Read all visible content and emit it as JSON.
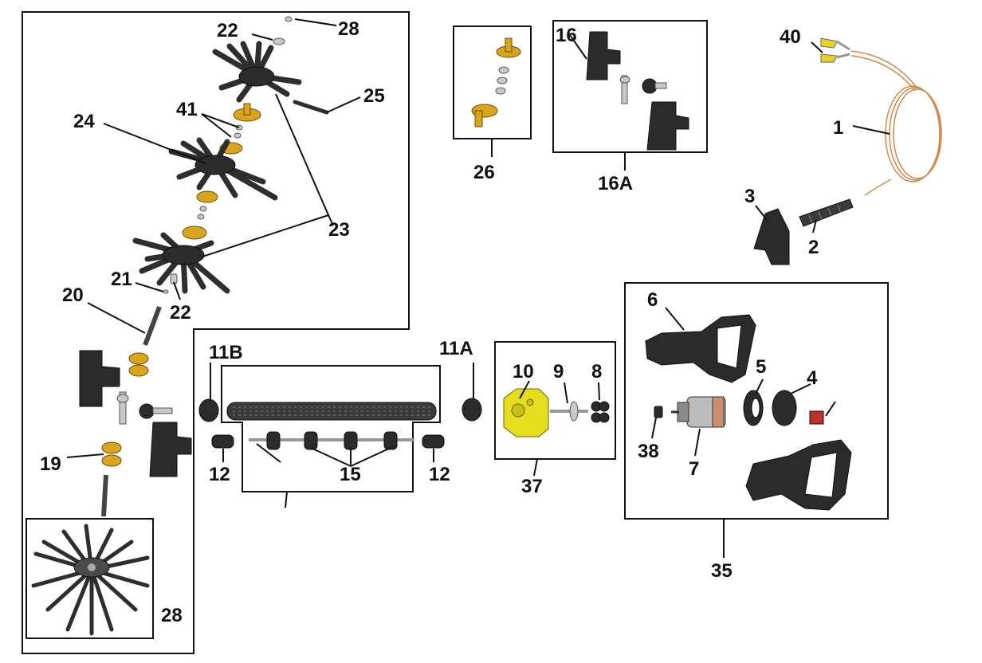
{
  "labels": {
    "p1": "1",
    "p2": "2",
    "p3": "3",
    "p4": "4",
    "p5": "5",
    "p6": "6",
    "p7": "7",
    "p8": "8",
    "p9": "9",
    "p10": "10",
    "p11a": "11A",
    "p11b": "11B",
    "p12a": "12",
    "p12b": "12",
    "p15": "15",
    "p16": "16",
    "p16a": "16A",
    "p19": "19",
    "p20": "20",
    "p21": "21",
    "p22a": "22",
    "p22b": "22",
    "p23": "23",
    "p24": "24",
    "p25": "25",
    "p26": "26",
    "p28a": "28",
    "p28b": "28",
    "p35": "35",
    "p37": "37",
    "p38": "38",
    "p40": "40",
    "p41": "41"
  },
  "colors": {
    "outline": "#111111",
    "part_dark": "#2b2b2b",
    "brass": "#d9a520",
    "yellow_housing": "#e6dd1e",
    "copper_wire": "#d2894a",
    "red_switch": "#c0302a"
  }
}
